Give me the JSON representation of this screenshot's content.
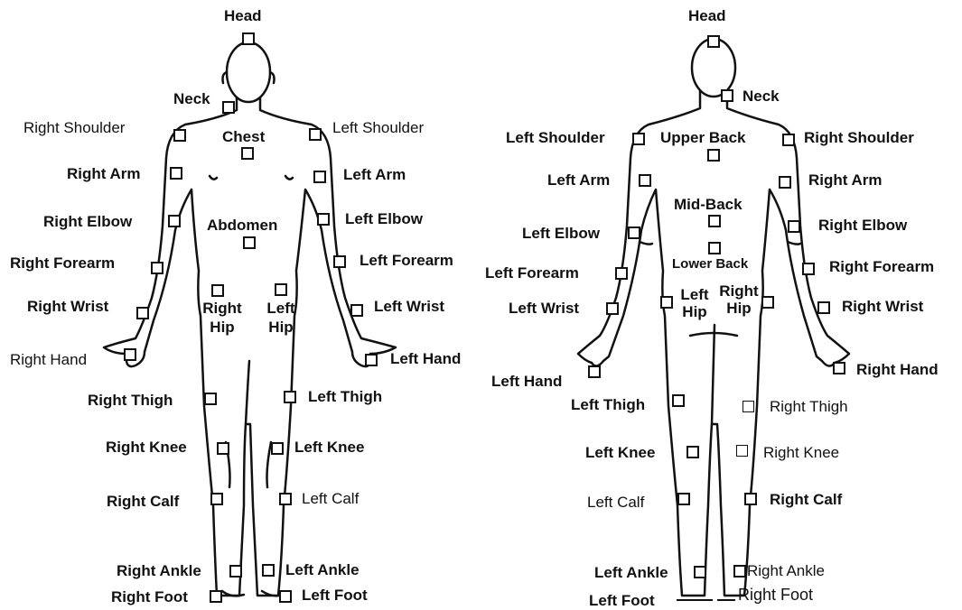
{
  "front": {
    "head": "Head",
    "neck": "Neck",
    "chest": "Chest",
    "abdomen": "Abdomen",
    "right_shoulder": "Right Shoulder",
    "left_shoulder": "Left Shoulder",
    "right_arm": "Right Arm",
    "left_arm": "Left Arm",
    "right_elbow": "Right Elbow",
    "left_elbow": "Left Elbow",
    "right_forearm": "Right Forearm",
    "left_forearm": "Left Forearm",
    "right_wrist": "Right Wrist",
    "left_wrist": "Left Wrist",
    "right_hip": "Right Hip",
    "left_hip": "Left Hip",
    "right_hand": "Right Hand",
    "left_hand": "Left Hand",
    "right_thigh": "Right Thigh",
    "left_thigh": "Left Thigh",
    "right_knee": "Right Knee",
    "left_knee": "Left Knee",
    "right_calf": "Right Calf",
    "left_calf": "Left Calf",
    "right_ankle": "Right Ankle",
    "left_ankle": "Left Ankle",
    "right_foot": "Right Foot",
    "left_foot": "Left Foot"
  },
  "back": {
    "head": "Head",
    "neck": "Neck",
    "upper_back": "Upper Back",
    "mid_back": "Mid-Back",
    "lower_back": "Lower Back",
    "left_shoulder": "Left Shoulder",
    "right_shoulder": "Right Shoulder",
    "left_arm": "Left Arm",
    "right_arm": "Right Arm",
    "left_elbow": "Left Elbow",
    "right_elbow": "Right Elbow",
    "left_forearm": "Left Forearm",
    "right_forearm": "Right Forearm",
    "left_wrist": "Left Wrist",
    "right_wrist": "Right Wrist",
    "left_hip": "Left Hip",
    "right_hip": "Right Hip",
    "left_hand": "Left Hand",
    "right_hand": "Right Hand",
    "left_thigh": "Left Thigh",
    "right_thigh": "Right Thigh",
    "left_knee": "Left Knee",
    "right_knee": "Right Knee",
    "left_calf": "Left Calf",
    "right_calf": "Right Calf",
    "left_ankle": "Left Ankle",
    "right_ankle": "Right Ankle",
    "left_foot": "Left Foot",
    "right_foot": "Right Foot"
  }
}
